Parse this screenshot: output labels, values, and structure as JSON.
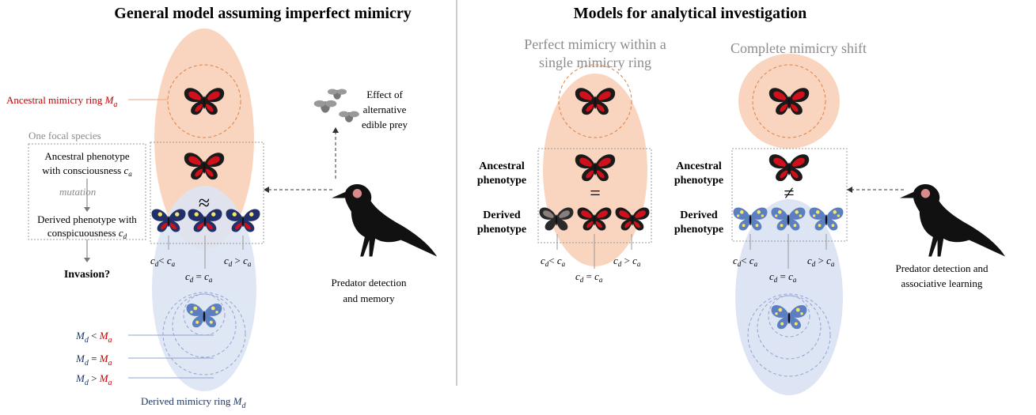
{
  "left_panel": {
    "title": "General model assuming imperfect mimicry",
    "ancestral_ring_label": "Ancestral mimicry ring",
    "ancestral_ring_symbol": "M",
    "ancestral_ring_sub": "a",
    "focal_species_label": "One focal species",
    "ancestral_pheno_line1": "Ancestral phenotype",
    "ancestral_pheno_line2": "with consciousness",
    "mutation_label": "mutation",
    "derived_pheno_line1": "Derived phenotype with",
    "derived_pheno_line2": "conspicuousness",
    "invasion_label": "Invasion?",
    "approx_symbol": "≈",
    "cond_less": "< ",
    "cond_equal": " = ",
    "cond_greater": " > ",
    "ring_less": " < ",
    "ring_equal": " = ",
    "ring_greater": " > ",
    "derived_ring_label": "Derived mimicry ring",
    "edible_prey_line1": "Effect of",
    "edible_prey_line2": "alternative",
    "edible_prey_line3": "edible prey",
    "predator_line1": "Predator detection",
    "predator_line2": "and memory"
  },
  "right_panel": {
    "title": "Models for analytical investigation",
    "perfect_line1": "Perfect mimicry within a",
    "perfect_line2": "single mimicry ring",
    "shift_title": "Complete mimicry shift",
    "ancestral_line1": "Ancestral",
    "ancestral_line2": "phenotype",
    "derived_line1": "Derived",
    "derived_line2": "phenotype",
    "equal_symbol": "=",
    "neq_symbol": "≠",
    "predator_line1": "Predator detection and",
    "predator_line2": "associative learning"
  },
  "colors": {
    "ancestral_ring": "#f9d5bf",
    "derived_ring": "#d9e1f2",
    "red_text": "#c00000",
    "navy_text": "#1f3864",
    "gray_text": "#8c8c8c"
  }
}
